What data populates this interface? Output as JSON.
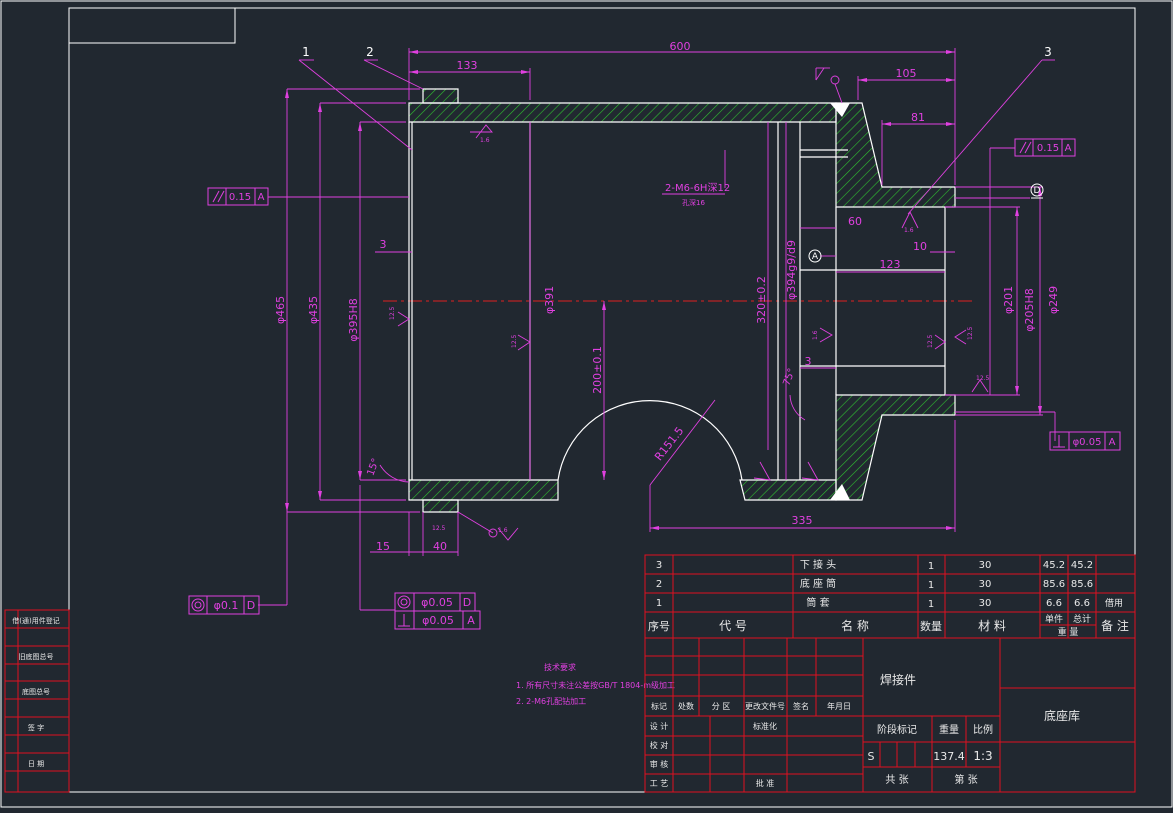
{
  "colors": {
    "background": "#212830",
    "border": "#ffffff",
    "outline": "#ffffff",
    "dimension": "#e040e0",
    "hatch": "#2fbf2f",
    "table": "#e01020",
    "table_text": "#e9e9e9",
    "centerline": "#e02020"
  },
  "balloons": [
    "1",
    "2",
    "3"
  ],
  "dimensions": {
    "d600": "600",
    "d133": "133",
    "d105": "105",
    "d81": "81",
    "d60": "60",
    "d10": "10",
    "d123": "123",
    "d3a": "3",
    "d3b": "3",
    "d15": "15",
    "d40": "40",
    "d335": "335",
    "dia465": "φ465",
    "dia435": "φ435",
    "dia395": "φ395H8",
    "dia391": "φ391",
    "d200": "200±0.1",
    "d320": "320±0.2",
    "dia394": "φ394g9/d9",
    "dia201": "φ201",
    "dia205": "φ205H8",
    "dia249": "φ249",
    "r": "R151.5",
    "ang1": "15°",
    "ang2": "75°",
    "thread": "2-M6-6H深12",
    "thread_sub": "孔深16"
  },
  "roughness": [
    "1.6",
    "12.5",
    "12.5",
    "1.6",
    "12.5",
    "12.5",
    "12.5",
    "1.6",
    "1.6",
    "12.5"
  ],
  "tolerances": {
    "parallel_left": {
      "value": "0.15",
      "datum": "A"
    },
    "parallel_right": {
      "value": "0.15",
      "datum": "A"
    },
    "coax": {
      "value": "φ0.1",
      "datum": "D"
    },
    "coax2": {
      "value": "φ0.05",
      "datum": "D"
    },
    "perp2": {
      "value": "φ0.05",
      "datum": "A"
    },
    "perp_right": {
      "value": "φ0.05",
      "datum": "A"
    }
  },
  "datums": {
    "a": "A",
    "d": "D"
  },
  "tech_notes": {
    "title": "技术要求",
    "lines": [
      "1. 所有尺寸未注公差按GB/T 1804-m级加工",
      "2. 2-M6孔配钻加工"
    ]
  },
  "left_column": [
    "借(通)用件登记",
    "旧底图总号",
    "底图总号",
    "签 字",
    "日 期"
  ],
  "bom": {
    "rows": [
      {
        "no": "3",
        "code": "",
        "name": "下 接 头",
        "qty": "1",
        "material": "30",
        "w1": "45.2",
        "w2": "45.2",
        "note": ""
      },
      {
        "no": "2",
        "code": "",
        "name": "底 座 筒",
        "qty": "1",
        "material": "30",
        "w1": "85.6",
        "w2": "85.6",
        "note": ""
      },
      {
        "no": "1",
        "code": "",
        "name": "筒 套",
        "qty": "1",
        "material": "30",
        "w1": "6.6",
        "w2": "6.6",
        "note": "借用"
      }
    ],
    "header": {
      "no": "序号",
      "code": "代 号",
      "name": "名 称",
      "qty": "数量",
      "material": "材 料",
      "single": "单件",
      "total": "总计",
      "weight": "重 量",
      "note": "备 注"
    }
  },
  "title_block": {
    "change_labels": [
      "标记",
      "处数",
      "分 区",
      "更改文件号",
      "签名",
      "年月日"
    ],
    "sign_labels": [
      "设 计",
      "校 对",
      "审 核",
      "工 艺"
    ],
    "std_label": "标准化",
    "approve_label": "批 准",
    "part_name": "焊接件",
    "drawing_name": "底座库",
    "stage_label": "阶段标记",
    "mass_label": "重量",
    "scale_label": "比例",
    "stage": "S",
    "mass": "137.4",
    "scale": "1:3",
    "sheets": "共 张",
    "sheet": "第 张"
  }
}
